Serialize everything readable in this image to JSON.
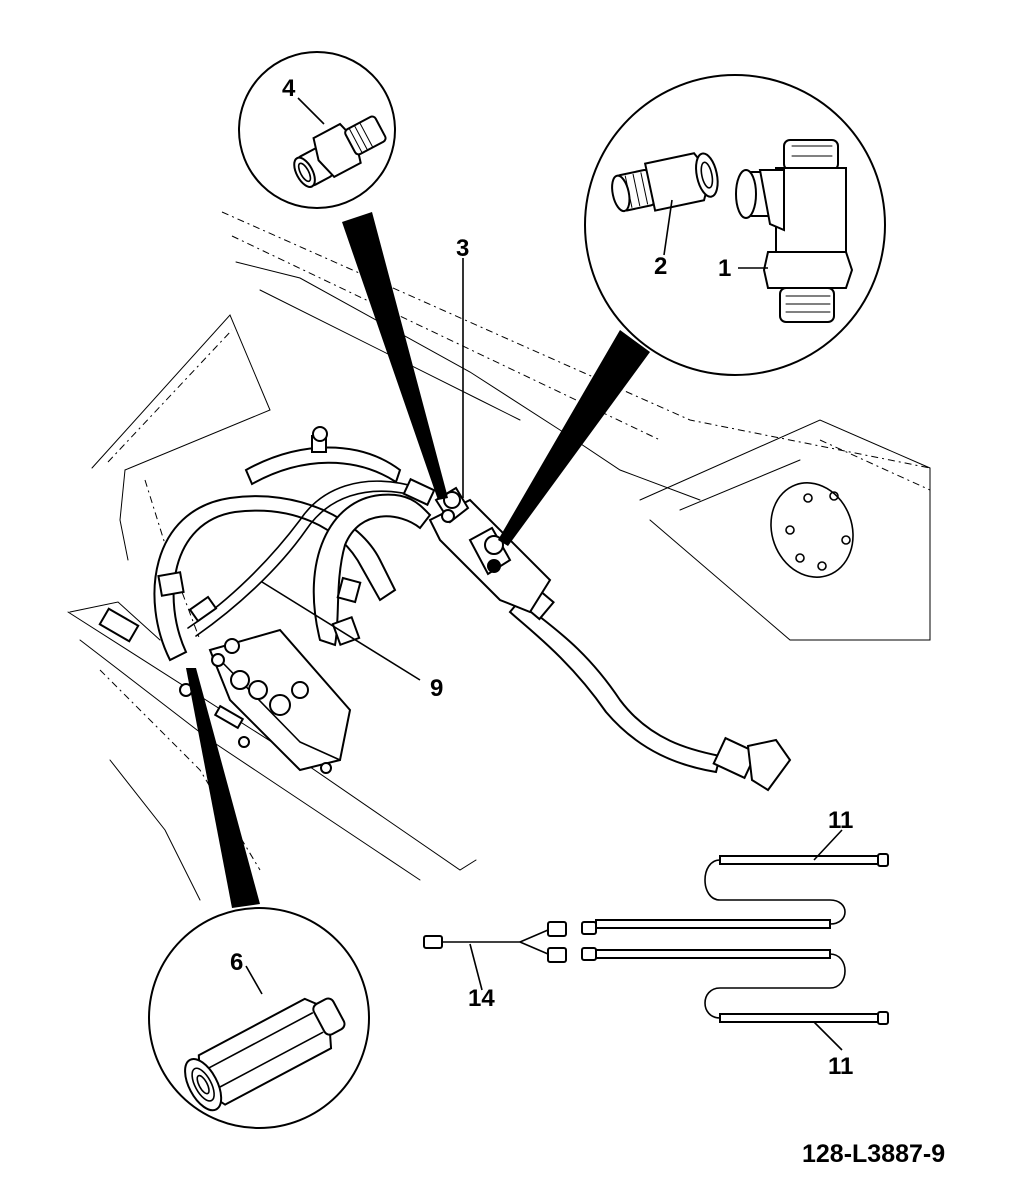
{
  "callouts": {
    "c1": "1",
    "c2": "2",
    "c3": "3",
    "c4": "4",
    "c6": "6",
    "c9": "9",
    "c11_top": "11",
    "c11_bottom": "11",
    "c14": "14"
  },
  "drawing_id": "128-L3887-9"
}
